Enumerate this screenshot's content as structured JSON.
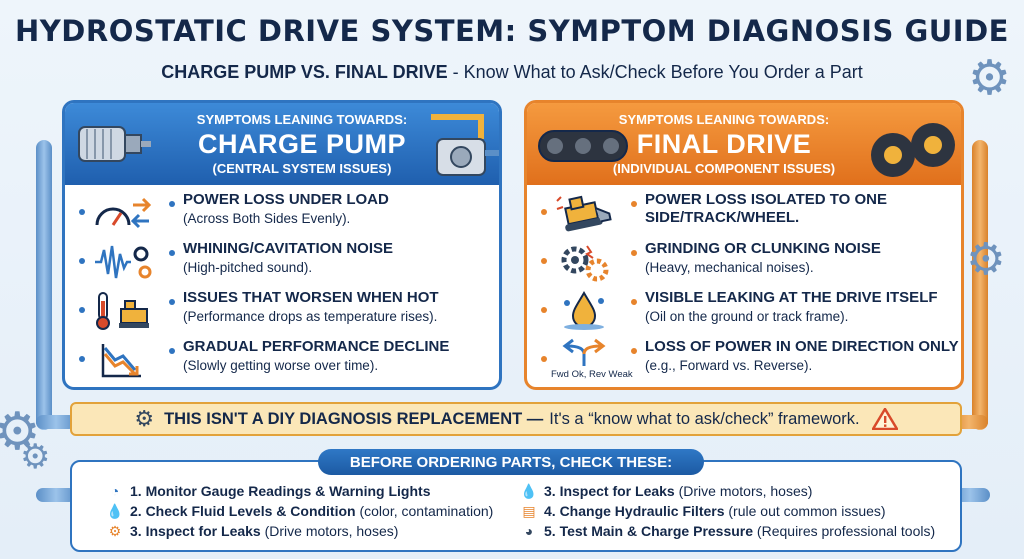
{
  "title": "HYDROSTATIC DRIVE SYSTEM: SYMPTOM DIAGNOSIS GUIDE",
  "subtitle": {
    "bold": "CHARGE PUMP VS. FINAL DRIVE",
    "rest": " - Know What to Ask/Check Before You Order a Part"
  },
  "colors": {
    "blue": "#2f74c0",
    "orange": "#e7842c",
    "navy": "#14284a",
    "banner": "#fbe7b8"
  },
  "left_panel": {
    "small": "SYMPTOMS LEANING TOWARDS:",
    "big": "CHARGE PUMP",
    "sub": "(CENTRAL SYSTEM ISSUES)",
    "items": [
      {
        "icon": "gauge-arrows-icon",
        "title": "POWER LOSS UNDER LOAD",
        "desc": "(Across Both Sides Evenly)."
      },
      {
        "icon": "soundwave-gears-icon",
        "title": "WHINING/CAVITATION NOISE",
        "desc": "(High-pitched sound)."
      },
      {
        "icon": "thermometer-machine-icon",
        "title": "ISSUES THAT WORSEN WHEN HOT",
        "desc": "(Performance drops as temperature rises)."
      },
      {
        "icon": "declining-chart-icon",
        "title": "GRADUAL PERFORMANCE DECLINE",
        "desc": "(Slowly getting worse over time)."
      }
    ]
  },
  "right_panel": {
    "small": "SYMPTOMS LEANING TOWARDS:",
    "big": "FINAL DRIVE",
    "sub": "(INDIVIDUAL COMPONENT ISSUES)",
    "items": [
      {
        "icon": "tilted-loader-icon",
        "title": "POWER LOSS ISOLATED TO ONE SIDE/TRACK/WHEEL.",
        "desc": ""
      },
      {
        "icon": "broken-gears-icon",
        "title": "GRINDING OR CLUNKING NOISE",
        "desc": "(Heavy, mechanical noises)."
      },
      {
        "icon": "oil-drop-icon",
        "title": "VISIBLE LEAKING AT THE DRIVE ITSELF",
        "desc": "(Oil on the ground or track frame)."
      },
      {
        "icon": "split-arrows-icon",
        "title": "LOSS OF POWER IN ONE DIRECTION ONLY",
        "desc": "(e.g., Forward vs. Reverse).",
        "icon_label": "Fwd Ok, Rev Weak"
      }
    ]
  },
  "banner": {
    "bold": "THIS ISN'T A DIY DIAGNOSIS REPLACEMENT —",
    "rest": "It's a “know what to ask/check” framework."
  },
  "checklist": {
    "title": "BEFORE ORDERING PARTS, CHECK THESE:",
    "left": [
      {
        "icon": "gauge-icon",
        "bold": "1. Monitor Gauge Readings & Warning Lights",
        "rest": ""
      },
      {
        "icon": "drop-icon",
        "bold": "2. Check Fluid Levels & Condition",
        "rest": " (color, contamination)"
      },
      {
        "icon": "motor-icon",
        "bold": "3. Inspect for Leaks",
        "rest": " (Drive motors, hoses)"
      }
    ],
    "right": [
      {
        "icon": "drop-icon",
        "bold": "3. Inspect for Leaks",
        "rest": " (Drive motors, hoses)"
      },
      {
        "icon": "filter-icon",
        "bold": "4. Change Hydraulic Filters",
        "rest": " (rule out common issues)"
      },
      {
        "icon": "pressure-gauge-icon",
        "bold": "5. Test Main & Charge Pressure",
        "rest": " (Requires professional tools)"
      }
    ]
  }
}
